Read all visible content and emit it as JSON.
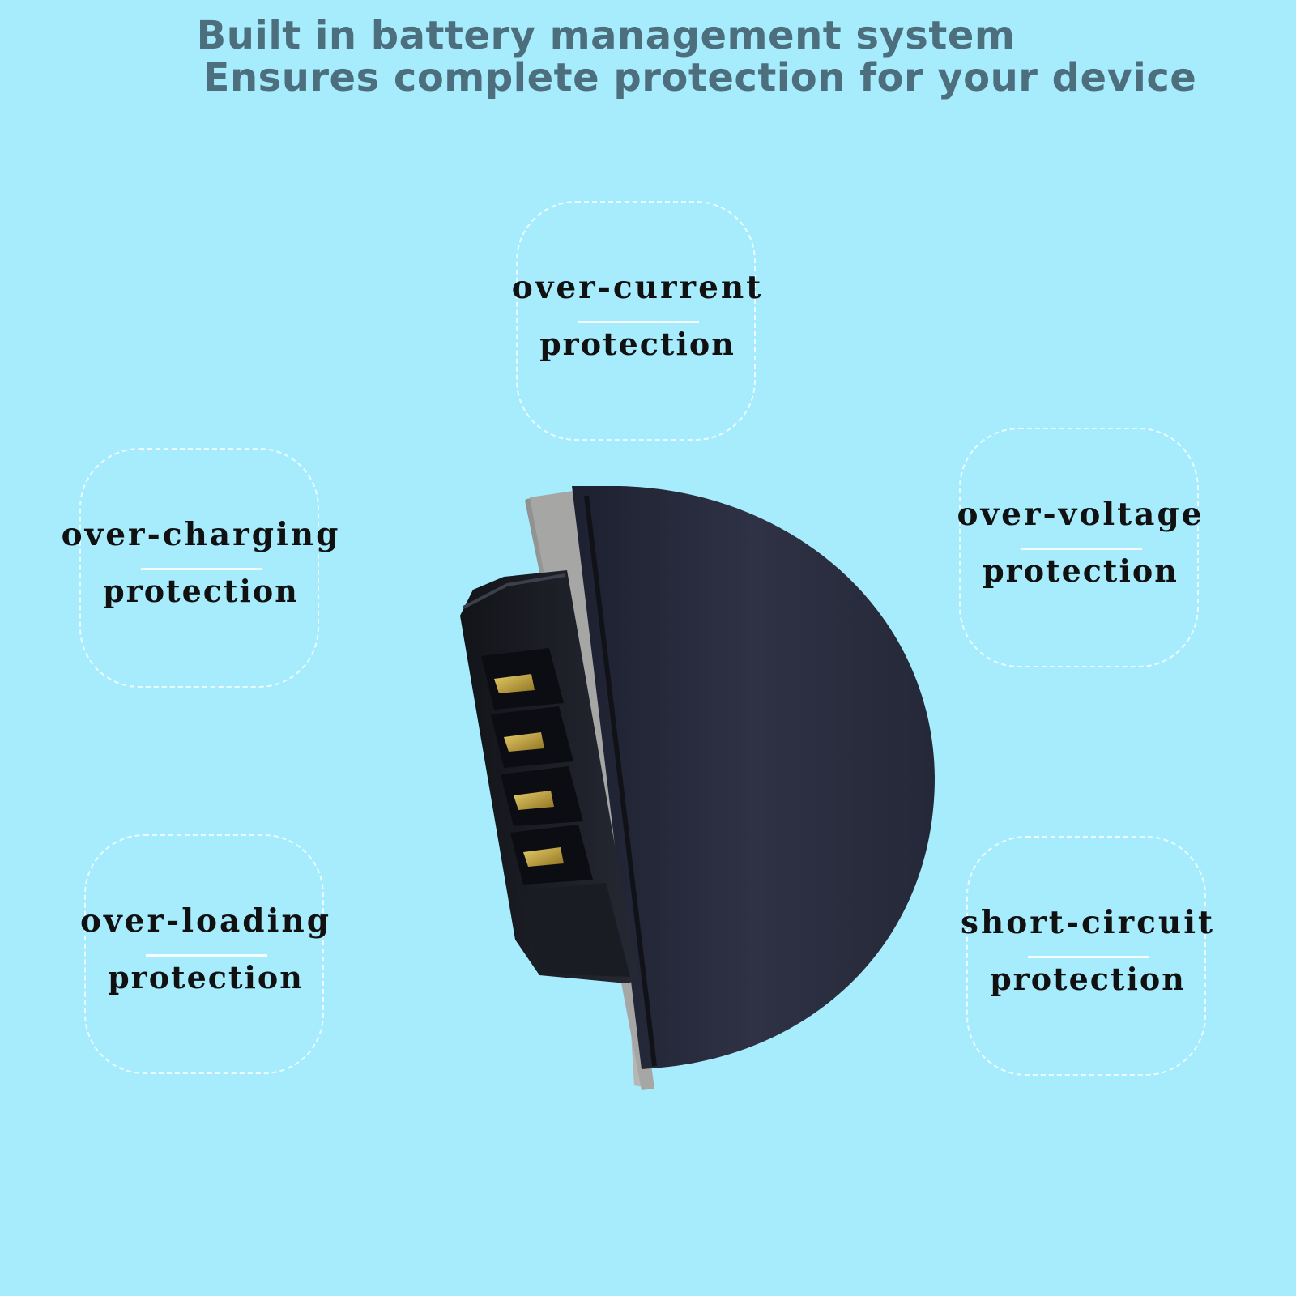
{
  "header": {
    "line1": "Built in battery management system",
    "line2": "Ensures complete protection for your device"
  },
  "features": [
    {
      "line1": "over-current",
      "line2": "protection"
    },
    {
      "line1": "over-charging",
      "line2": "protection"
    },
    {
      "line1": "over-voltage",
      "line2": "protection"
    },
    {
      "line1": "over-loading",
      "line2": "protection"
    },
    {
      "line1": "short-circuit",
      "line2": "protection"
    }
  ],
  "colors": {
    "background": "#a6ecfc",
    "headline": "#4c6e7d",
    "badge_border": "#eafcff",
    "battery_body": "#2a2d3c",
    "contact_gold": "#c9a93a"
  }
}
